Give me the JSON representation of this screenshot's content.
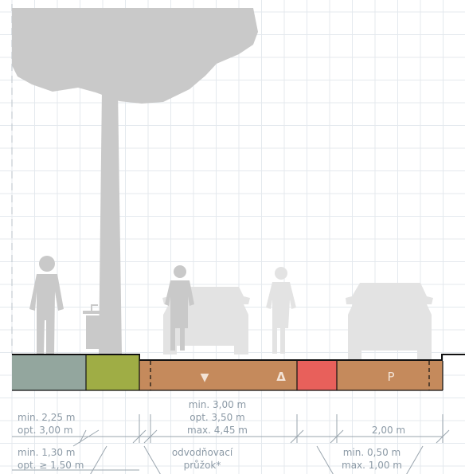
{
  "colors": {
    "grid": "#e4e9ee",
    "silhouette": "#c9c9c9",
    "silhouette_light": "#e3e3e3",
    "sidewalk": "#93a69e",
    "green_strip": "#9fad45",
    "bike_lane": "#c58a5c",
    "red_strip": "#e8605b",
    "parking": "#c58a5c",
    "text": "#8c9aa6"
  },
  "symbols": {
    "down_arrow": "▼",
    "up_arrow": "Δ",
    "parking": "P"
  },
  "labels": {
    "sidewalk_min": "min. 2,25 m",
    "sidewalk_opt": "opt. 3,00 m",
    "green_min": "min. 1,30 m",
    "green_opt": "opt. ≥ 1,50 m",
    "lane_min": "min. 3,00 m",
    "lane_opt": "opt. 3,50 m",
    "lane_max": "max. 4,45 m",
    "drain_1": "odvodňovací",
    "drain_2": "průžok*",
    "parking_width": "2,00 m",
    "buffer_min": "min. 0,50 m",
    "buffer_max": "max. 1,00 m"
  }
}
